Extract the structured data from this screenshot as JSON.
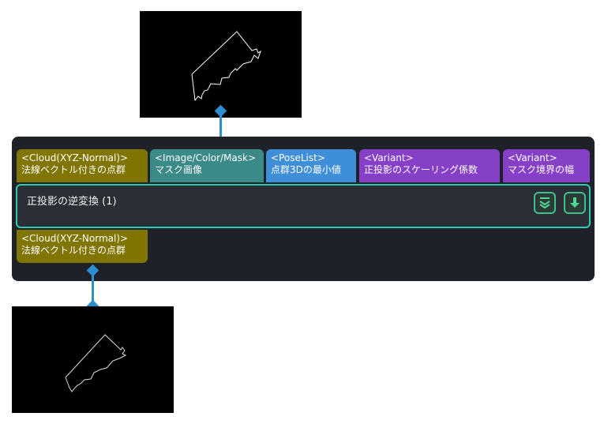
{
  "node": {
    "title": "正投影の逆変換 (1)",
    "inputs": [
      {
        "type": "<Cloud(XYZ-Normal)>",
        "label": "法線ベクトル付きの点群",
        "color": "#807500"
      },
      {
        "type": "<Image/Color/Mask>",
        "label": "マスク画像",
        "color": "#3a8b88"
      },
      {
        "type": "<PoseList>",
        "label": "点群3Dの最小値",
        "color": "#3f8fd8"
      },
      {
        "type": "<Variant>",
        "label": "正投影のスケーリング係数",
        "color": "#8640c8"
      },
      {
        "type": "<Variant>",
        "label": "マスク境界の幅",
        "color": "#8640c8"
      }
    ],
    "outputs": [
      {
        "type": "<Cloud(XYZ-Normal)>",
        "label": "法線ベクトル付きの点群",
        "color": "#807500"
      }
    ],
    "buttons": [
      {
        "icon": "expand-chevrons-icon"
      },
      {
        "icon": "download-arrow-icon"
      }
    ]
  },
  "previews": [
    {
      "icon": "mask-contour-preview"
    },
    {
      "icon": "point-cloud-preview"
    }
  ],
  "colors": {
    "connector": "#2e8fd0",
    "node_bg": "#1e2228",
    "active_border": "#2fc8b0"
  }
}
